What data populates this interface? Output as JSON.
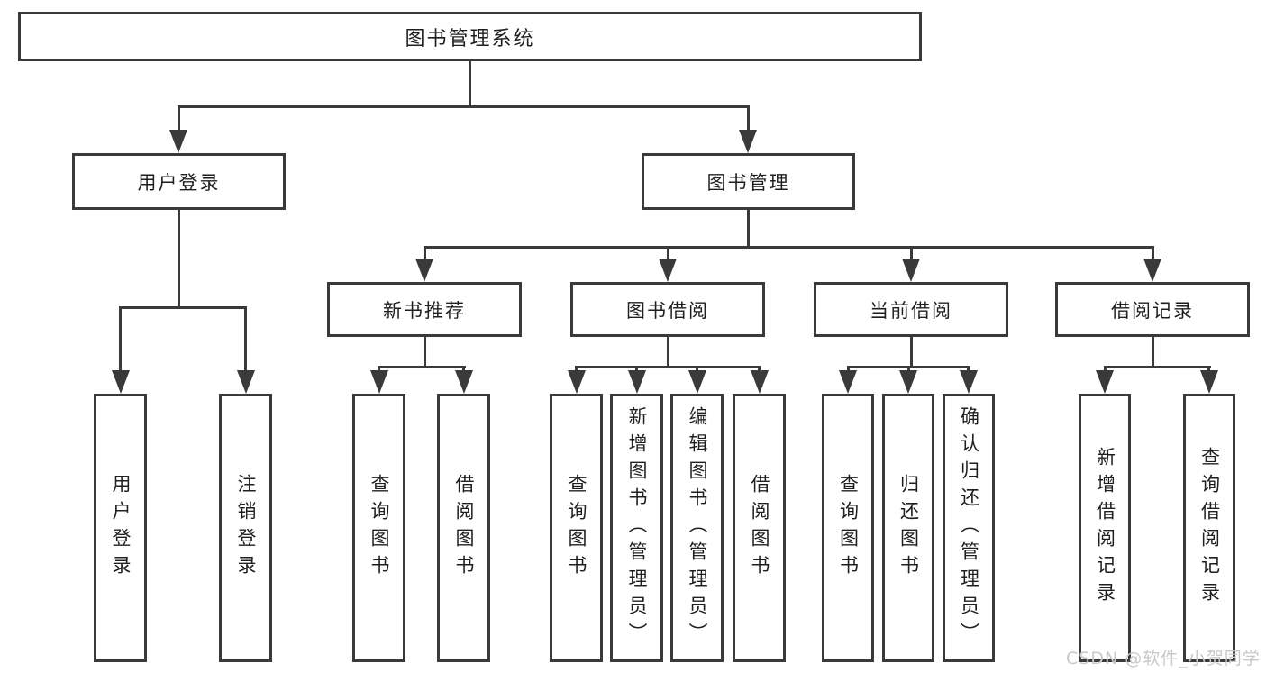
{
  "diagram": {
    "root": {
      "label": "图书管理系统"
    },
    "level2": [
      {
        "label": "用户登录"
      },
      {
        "label": "图书管理"
      }
    ],
    "level3": [
      {
        "label": "新书推荐"
      },
      {
        "label": "图书借阅"
      },
      {
        "label": "当前借阅"
      },
      {
        "label": "借阅记录"
      }
    ],
    "leaves": {
      "user_login": [
        {
          "label": "用户登录"
        },
        {
          "label": "注销登录"
        }
      ],
      "new_book": [
        {
          "label": "查询图书"
        },
        {
          "label": "借阅图书"
        }
      ],
      "book_borrow": [
        {
          "label": "查询图书"
        },
        {
          "label": "新增图书（管理员）"
        },
        {
          "label": "编辑图书（管理员）"
        },
        {
          "label": "借阅图书"
        }
      ],
      "current_borrow": [
        {
          "label": "查询图书"
        },
        {
          "label": "归还图书"
        },
        {
          "label": "确认归还（管理员）"
        }
      ],
      "borrow_records": [
        {
          "label": "新增借阅记录"
        },
        {
          "label": "查询借阅记录"
        }
      ]
    },
    "watermark": "CSDN @软件_小贺同学",
    "colors": {
      "line": "#3a3a3a",
      "text": "#1f1f1f",
      "background": "#ffffff",
      "watermark": "#c9c9c9"
    }
  }
}
